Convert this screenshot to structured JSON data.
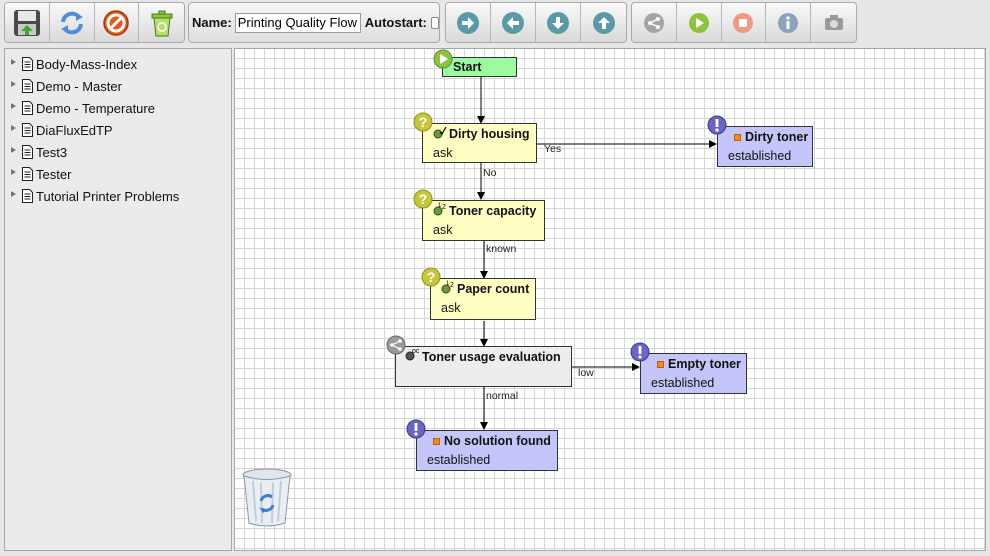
{
  "toolbar": {
    "file_buttons": [
      {
        "name": "save-icon"
      },
      {
        "name": "refresh-icon"
      },
      {
        "name": "cancel-icon"
      },
      {
        "name": "delete-icon"
      }
    ],
    "name_label": "Name:",
    "name_value": "Printing Quality Flow",
    "autostart_label": "Autostart:",
    "autostart_checked": false,
    "nav_buttons": [
      {
        "name": "arrow-right-icon"
      },
      {
        "name": "arrow-left-icon"
      },
      {
        "name": "arrow-down-icon"
      },
      {
        "name": "arrow-up-icon"
      }
    ],
    "run_buttons": [
      {
        "name": "flow-icon"
      },
      {
        "name": "play-icon"
      },
      {
        "name": "stop-icon"
      },
      {
        "name": "info-icon"
      },
      {
        "name": "camera-icon"
      }
    ]
  },
  "sidebar": {
    "items": [
      {
        "label": "Body-Mass-Index"
      },
      {
        "label": "Demo - Master"
      },
      {
        "label": "Demo - Temperature"
      },
      {
        "label": "DiaFluxEdTP"
      },
      {
        "label": "Test3"
      },
      {
        "label": "Tester"
      },
      {
        "label": "Tutorial Printer Problems"
      }
    ]
  },
  "flow": {
    "start": {
      "label": "Start"
    },
    "dirty_housing": {
      "title": "Dirty housing",
      "action": "ask"
    },
    "dirty_toner": {
      "title": "Dirty toner",
      "status": "established"
    },
    "toner_capacity": {
      "title": "Toner capacity",
      "action": "ask"
    },
    "paper_count": {
      "title": "Paper count",
      "action": "ask"
    },
    "toner_usage": {
      "title": "Toner usage evaluation"
    },
    "empty_toner": {
      "title": "Empty toner",
      "status": "established"
    },
    "no_solution": {
      "title": "No solution found",
      "status": "established"
    },
    "edges": {
      "yes": "Yes",
      "no": "No",
      "known": "known",
      "low": "low",
      "normal": "normal"
    },
    "colors": {
      "question": "#ffffc4",
      "solution": "#c4c6fa",
      "start": "#9cfa9f",
      "subflow": "#ededed"
    }
  }
}
